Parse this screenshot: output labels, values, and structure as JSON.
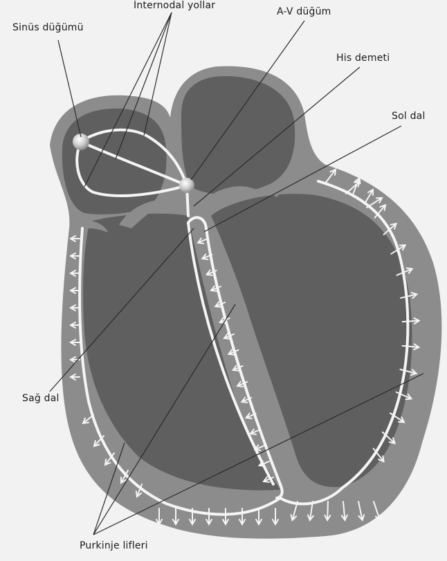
{
  "labels": {
    "sinus": "Sinüs düğümü",
    "internodal": "İnternodal yollar",
    "av": "A-V düğüm",
    "his": "His demeti",
    "sol": "Sol dal",
    "sag": "Sağ dal",
    "purkinje": "Purkinje lifleri"
  },
  "colors": {
    "background": "#f2f2f2",
    "wall": "#8c8c8c",
    "chamber": "#5f5f5f",
    "pathway": "#f5f5f5",
    "leader": "#2a2a2a"
  }
}
